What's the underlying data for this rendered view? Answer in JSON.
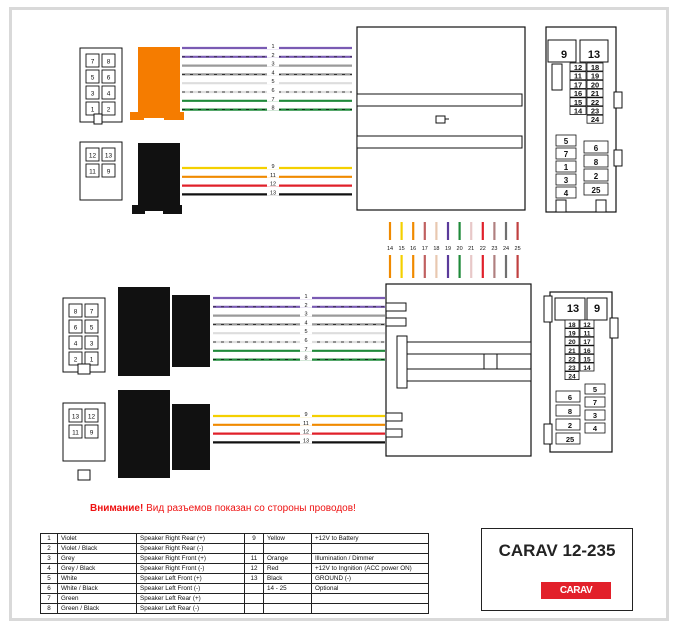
{
  "warning": {
    "prefix": "Внимание!",
    "text": " Вид разъемов показан со стороны проводов!"
  },
  "colors": {
    "violet": "#7a5bb3",
    "grey": "#9a9a9a",
    "white": "#dddddd",
    "green": "#1f8a3a",
    "yellow": "#f4d000",
    "orange": "#f08a00",
    "red": "#e0202a",
    "black": "#111111",
    "connector_orange": "#f57c00",
    "brand_red": "#e2202a"
  },
  "top_wires": [
    {
      "n": "1",
      "color": "#7a5bb3",
      "stripe": null
    },
    {
      "n": "2",
      "color": "#7a5bb3",
      "stripe": "#111111"
    },
    {
      "n": "3",
      "color": "#9a9a9a",
      "stripe": null
    },
    {
      "n": "4",
      "color": "#9a9a9a",
      "stripe": "#111111"
    },
    {
      "n": "5",
      "color": "#dddddd",
      "stripe": null
    },
    {
      "n": "6",
      "color": "#dddddd",
      "stripe": "#111111"
    },
    {
      "n": "7",
      "color": "#1f8a3a",
      "stripe": null
    },
    {
      "n": "8",
      "color": "#1f8a3a",
      "stripe": "#111111"
    }
  ],
  "power_wires": [
    {
      "n": "9",
      "color": "#f4d000"
    },
    {
      "n": "11",
      "color": "#f08a00"
    },
    {
      "n": "12",
      "color": "#e0202a"
    },
    {
      "n": "13",
      "color": "#111111"
    }
  ],
  "vert_wires": [
    {
      "n": "14",
      "color": "#f08a00"
    },
    {
      "n": "15",
      "color": "#f4d000"
    },
    {
      "n": "16",
      "color": "#f08a00"
    },
    {
      "n": "17",
      "color": "#c06060"
    },
    {
      "n": "18",
      "color": "#e8c8b0"
    },
    {
      "n": "19",
      "color": "#5a3a9a"
    },
    {
      "n": "20",
      "color": "#1f8a3a"
    },
    {
      "n": "21",
      "color": "#e8c8c8"
    },
    {
      "n": "22",
      "color": "#e0202a"
    },
    {
      "n": "23",
      "color": "#b08080"
    },
    {
      "n": "24",
      "color": "#707070"
    },
    {
      "n": "25",
      "color": "#c04040"
    }
  ],
  "small_conn_a": {
    "pins": [
      "7",
      "8",
      "5",
      "6",
      "3",
      "4",
      "1",
      "2"
    ]
  },
  "small_conn_b": {
    "pins": [
      "12",
      "13",
      "11",
      "9"
    ]
  },
  "small_conn_c": {
    "pins": [
      "8",
      "7",
      "6",
      "5",
      "4",
      "3",
      "2",
      "1"
    ]
  },
  "small_conn_d": {
    "pins": [
      "13",
      "12",
      "11",
      "9"
    ]
  },
  "iso_a": {
    "top": [
      "9",
      "13"
    ],
    "grid": [
      [
        "12",
        "18"
      ],
      [
        "11",
        "19"
      ],
      [
        "17",
        "20"
      ],
      [
        "16",
        "21"
      ],
      [
        "15",
        "22"
      ],
      [
        "14",
        "23"
      ],
      [
        "",
        "24"
      ]
    ],
    "bottom_left": [
      "5",
      "7",
      "1",
      "3",
      "4"
    ],
    "bottom_right": [
      "6",
      "8",
      "2",
      "25"
    ]
  },
  "iso_b": {
    "top": [
      "13",
      "9"
    ],
    "grid": [
      [
        "18",
        "12"
      ],
      [
        "19",
        "11"
      ],
      [
        "20",
        "17"
      ],
      [
        "21",
        "16"
      ],
      [
        "22",
        "15"
      ],
      [
        "23",
        "14"
      ],
      [
        "24",
        ""
      ]
    ],
    "right": [
      "5",
      "7",
      "3",
      "4"
    ],
    "left": [
      "6",
      "8",
      "2",
      "25"
    ]
  },
  "table": {
    "rows": [
      {
        "n": "1",
        "color": "Violet",
        "func": "Speaker Right Rear (+)",
        "n2": "9",
        "color2": "Yellow",
        "func2": "+12V to Battery"
      },
      {
        "n": "2",
        "color": "Violet / Black",
        "func": "Speaker Right Rear (-)",
        "n2": "",
        "color2": "",
        "func2": ""
      },
      {
        "n": "3",
        "color": "Grey",
        "func": "Speaker Right Front (+)",
        "n2": "11",
        "color2": "Orange",
        "func2": "Illumination / Dimmer"
      },
      {
        "n": "4",
        "color": "Grey / Black",
        "func": "Speaker Right Front (-)",
        "n2": "12",
        "color2": "Red",
        "func2": "+12V to Ingnition (ACC power ON)"
      },
      {
        "n": "5",
        "color": "White",
        "func": "Speaker Left Front (+)",
        "n2": "13",
        "color2": "Black",
        "func2": "GROUND (-)"
      },
      {
        "n": "6",
        "color": "White / Black",
        "func": "Speaker Left Front (-)",
        "n2": "",
        "color2": "14 - 25",
        "func2": "Optional"
      },
      {
        "n": "7",
        "color": "Green",
        "func": "Speaker Left Rear (+)",
        "n2": "",
        "color2": "",
        "func2": ""
      },
      {
        "n": "8",
        "color": "Green / Black",
        "func": "Speaker Left Rear (-)",
        "n2": "",
        "color2": "",
        "func2": ""
      }
    ]
  },
  "model": {
    "label": "CARAV 12-235",
    "brand": "CARAV"
  }
}
